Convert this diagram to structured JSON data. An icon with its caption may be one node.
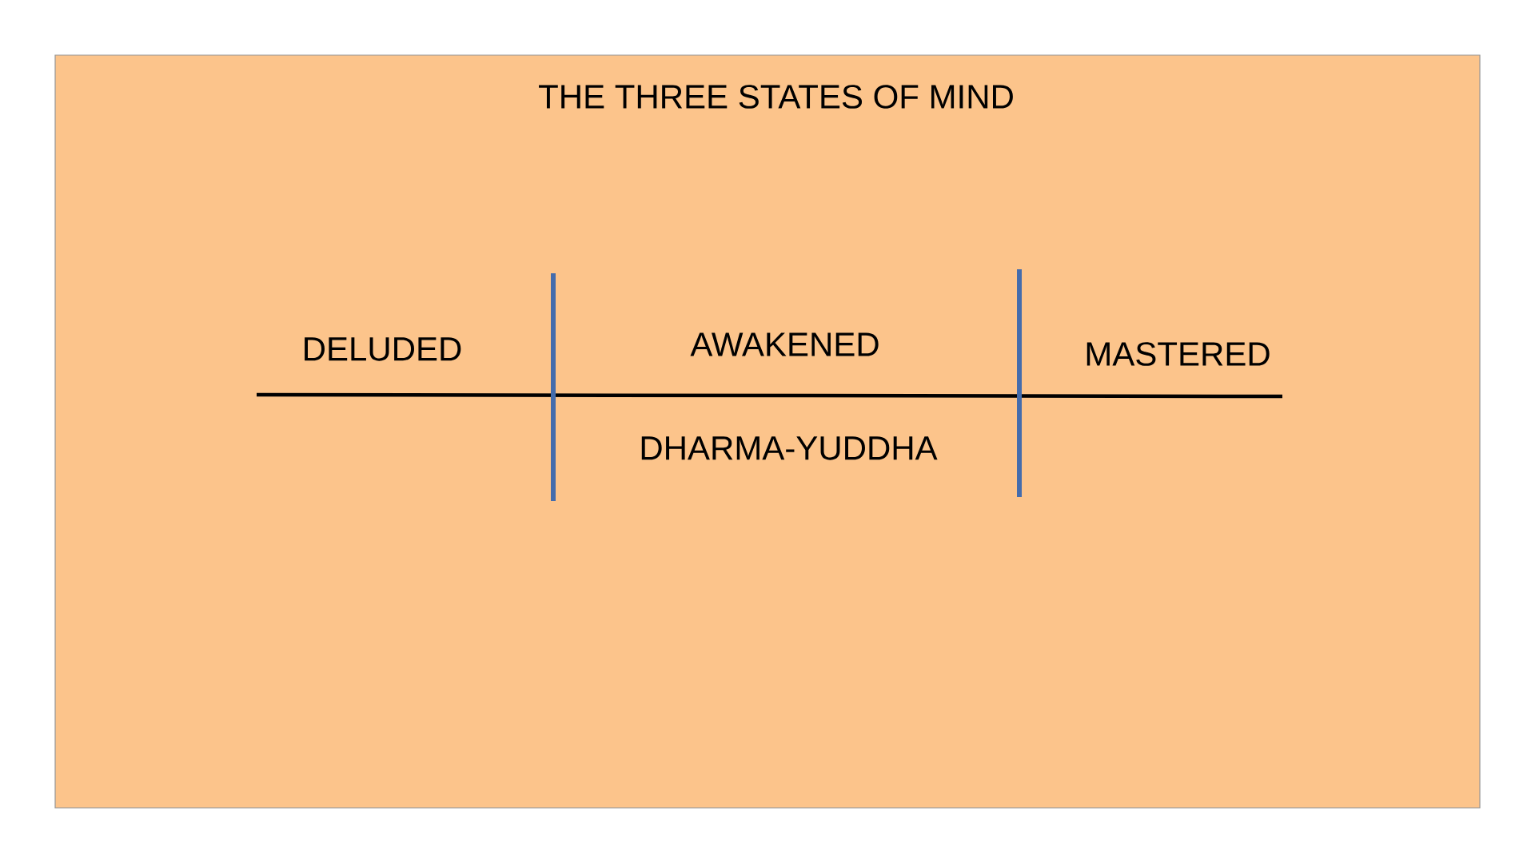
{
  "diagram": {
    "title": "THE THREE STATES OF MIND",
    "labels": [
      "DELUDED",
      "AWAKENED",
      "MASTERED",
      "DHARMA-YUDDHA"
    ]
  }
}
